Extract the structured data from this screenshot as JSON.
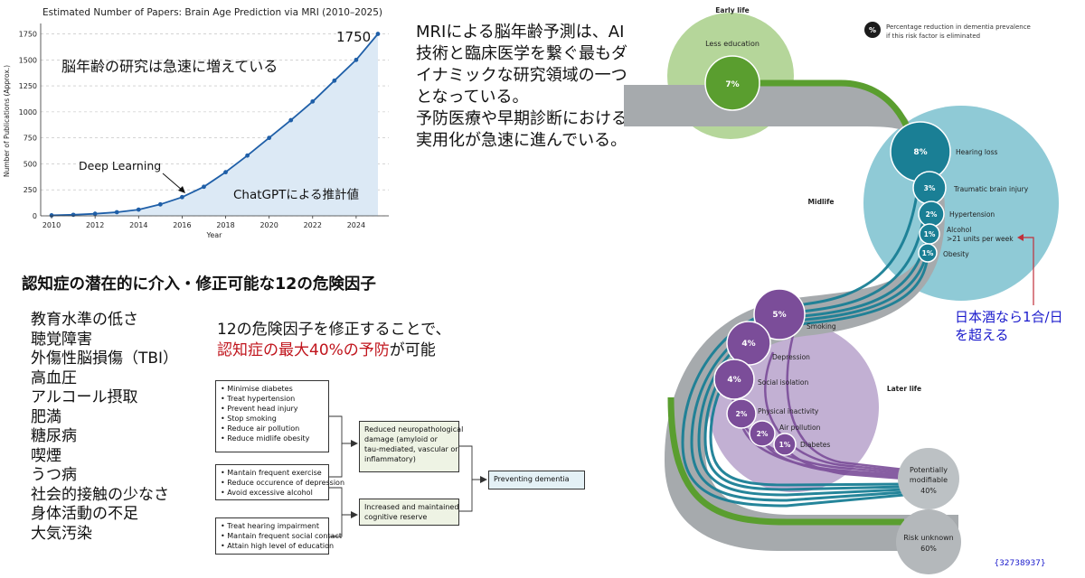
{
  "chart_data": {
    "type": "area",
    "title": "Estimated Number of Papers: Brain Age Prediction via MRI (2010–2025)",
    "xlabel": "Year",
    "ylabel": "Number of Publications (Approx.)",
    "x": [
      2010,
      2011,
      2012,
      2013,
      2014,
      2015,
      2016,
      2017,
      2018,
      2019,
      2020,
      2021,
      2022,
      2023,
      2024,
      2025
    ],
    "values": [
      5,
      10,
      20,
      35,
      60,
      110,
      180,
      280,
      420,
      580,
      750,
      920,
      1100,
      1300,
      1500,
      1750
    ],
    "xlim": [
      2009.5,
      2025.5
    ],
    "ylim": [
      0,
      1850
    ],
    "xticks": [
      "2010",
      "2012",
      "2014",
      "2016",
      "2018",
      "2020",
      "2022",
      "2024"
    ],
    "yticks": [
      "0",
      "250",
      "500",
      "750",
      "1000",
      "1250",
      "1500",
      "1750"
    ],
    "grid": true,
    "annotations": {
      "peak_label": "1750",
      "trend_text": "脳年齢の研究は急速に増えている",
      "deep_learning": "Deep Learning",
      "estimate": "ChatGPTによる推計値"
    },
    "colors": {
      "line": "#1f5fa8",
      "fill": "#dce9f5"
    }
  },
  "intro_text": [
    "MRIによる脳年齢予測は、AI",
    "技術と臨床医学を繋ぐ最もダ",
    "イナミックな研究領域の一つ",
    "となっている。",
    "予防医療や早期診断における",
    "実用化が急速に進んでいる。"
  ],
  "risk_heading": "認知症の潜在的に介入・修正可能な12の危険因子",
  "risk_factors": [
    "教育水準の低さ",
    "聴覚障害",
    "外傷性脳損傷（TBI）",
    "高血圧",
    "アルコール摂取",
    "肥満",
    "糖尿病",
    "喫煙",
    "うつ病",
    "社会的接触の少なさ",
    "身体活動の不足",
    "大気汚染"
  ],
  "prevention_line1": "12の危険因子を修正することで、",
  "prevention_highlight": "認知症の最大40%の予防",
  "prevention_tail": "が可能",
  "flow": {
    "box1": [
      "• Minimise diabetes",
      "• Treat hypertension",
      "• Prevent head injury",
      "• Stop smoking",
      "• Reduce air pollution",
      "• Reduce midlife obesity"
    ],
    "box2": [
      "• Mantain frequent exercise",
      "• Reduce occurence of depression",
      "• Avoid excessive alcohol"
    ],
    "box3": [
      "• Treat hearing impairment",
      "• Mantain frequent social contact",
      "• Attain high level of education"
    ],
    "mid1": [
      "Reduced neuropathological",
      "damage (amyloid or",
      "tau-mediated, vascular or",
      "inflammatory)"
    ],
    "mid2": [
      "Increased and maintained",
      "cognitive reserve"
    ],
    "end": "Preventing dementia"
  },
  "diagram": {
    "legend_symbol": "%",
    "legend_text1": "Percentage reduction in dementia prevalence",
    "legend_text2": "if this risk factor is eliminated",
    "early_life": "Early life",
    "less_education": "Less education",
    "less_education_pct": "7%",
    "midlife": "Midlife",
    "later_life": "Later life",
    "mid_factors": [
      {
        "pct": "8%",
        "label": "Hearing loss"
      },
      {
        "pct": "3%",
        "label": "Traumatic brain injury"
      },
      {
        "pct": "2%",
        "label": "Hypertension"
      },
      {
        "pct": "1%",
        "label": "Alcohol",
        "label2": ">21 units per week"
      },
      {
        "pct": "1%",
        "label": "Obesity"
      }
    ],
    "late_factors": [
      {
        "pct": "5%",
        "label": "Smoking"
      },
      {
        "pct": "4%",
        "label": "Depression"
      },
      {
        "pct": "4%",
        "label": "Social isolation"
      },
      {
        "pct": "2%",
        "label": "Physical inactivity"
      },
      {
        "pct": "2%",
        "label": "Air pollution"
      },
      {
        "pct": "1%",
        "label": "Diabetes"
      }
    ],
    "modifiable": "Potentially",
    "modifiable2": "modifiable",
    "modifiable_pct": "40%",
    "unknown": "Risk unknown",
    "unknown_pct": "60%",
    "sake_note1": "日本酒なら1合/日",
    "sake_note2": "を超える",
    "ref": "{32738937}",
    "colors": {
      "early": "#b5d69a",
      "early_circle": "#5a9e2f",
      "mid": "#8fcad6",
      "mid_circle": "#1a7f95",
      "late": "#c2b0d3",
      "late_circle": "#7b4d99",
      "stream": "#a6aaad",
      "note": "#1a1acc",
      "arrow": "#c0303b"
    }
  }
}
